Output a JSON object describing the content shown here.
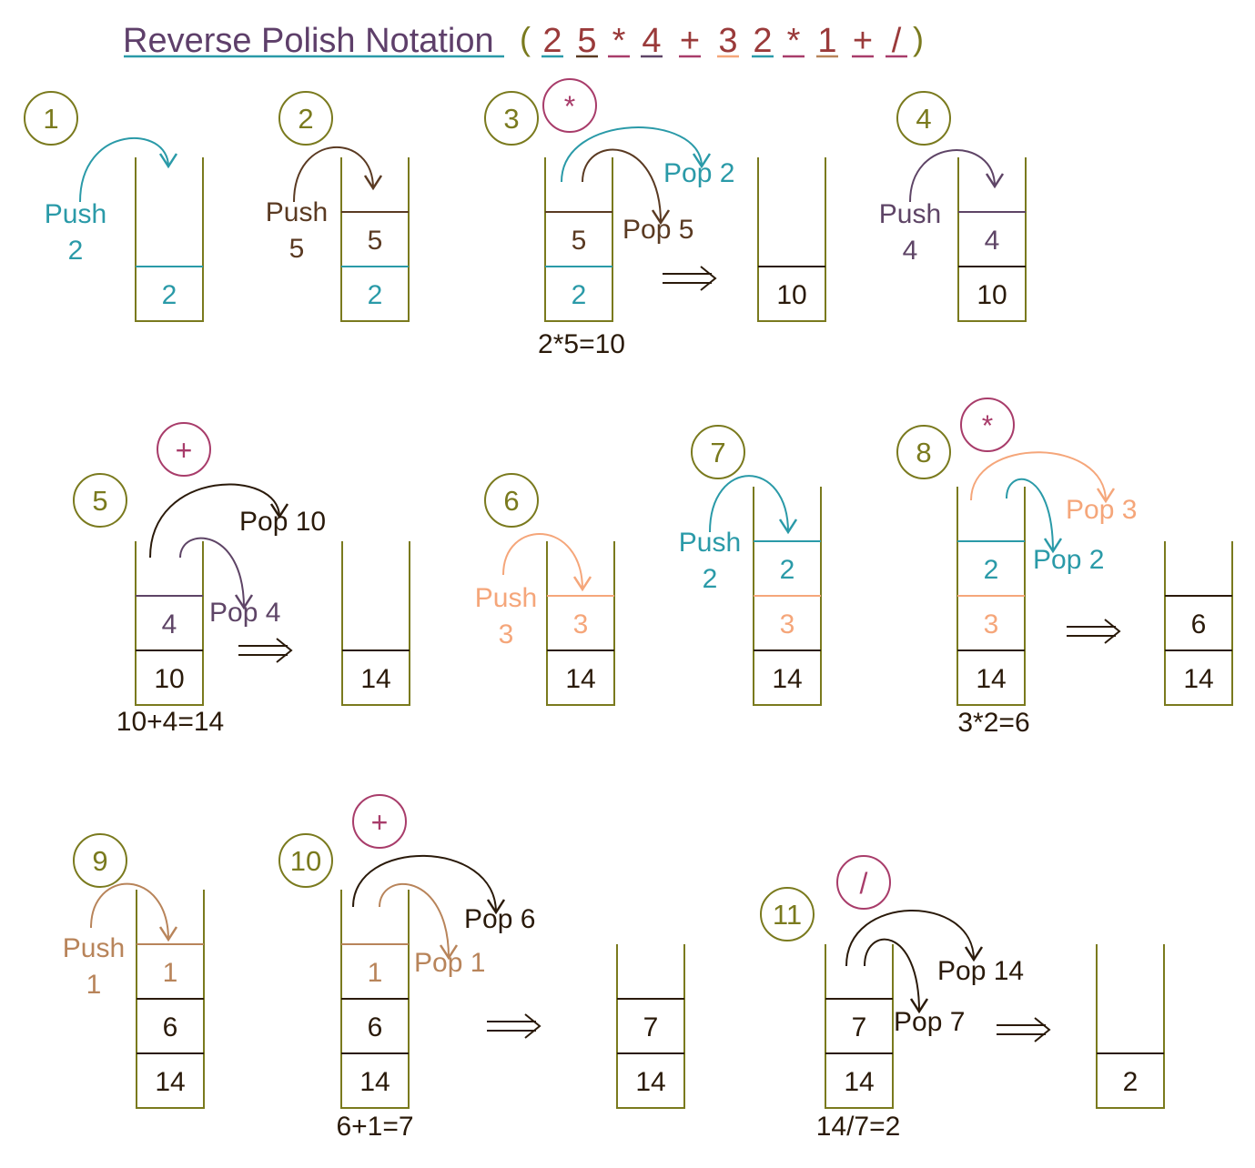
{
  "title": {
    "text": "Reverse Polish Notation",
    "open_paren": "(",
    "close_paren": ")",
    "tokens": [
      {
        "t": "2",
        "u": "teal"
      },
      {
        "t": "5",
        "u": "brown"
      },
      {
        "t": "*",
        "u": "magenta"
      },
      {
        "t": "4",
        "u": "purple"
      },
      {
        "t": "+",
        "u": "magenta"
      },
      {
        "t": "3",
        "u": "salmon"
      },
      {
        "t": "2",
        "u": "teal"
      },
      {
        "t": "*",
        "u": "magenta"
      },
      {
        "t": "1",
        "u": "tan"
      },
      {
        "t": "+",
        "u": "magenta"
      },
      {
        "t": "/",
        "u": "magenta"
      }
    ]
  },
  "colors": {
    "olive": "#7a7a1e",
    "teal": "#2a9aa8",
    "brown": "#5a3a22",
    "purple": "#5e4466",
    "salmon": "#f5a67a",
    "tan": "#b8845a",
    "magenta": "#a83c6a",
    "dark": "#2a1a0a",
    "title": "#5e3f6a",
    "token": "#9a3a3a"
  },
  "steps": [
    {
      "number": "1",
      "op": null,
      "stacks": [
        [
          {
            "v": "2",
            "c": "teal"
          }
        ]
      ],
      "labels": [
        {
          "lines": [
            "Push",
            "2"
          ],
          "c": "teal"
        }
      ],
      "arrows": [
        "teal"
      ],
      "equation": null
    },
    {
      "number": "2",
      "op": null,
      "stacks": [
        [
          {
            "v": "2",
            "c": "teal"
          },
          {
            "v": "5",
            "c": "brown"
          }
        ]
      ],
      "labels": [
        {
          "lines": [
            "Push",
            "5"
          ],
          "c": "brown"
        }
      ],
      "arrows": [
        "brown"
      ],
      "equation": null
    },
    {
      "number": "3",
      "op": "*",
      "stacks": [
        [
          {
            "v": "2",
            "c": "teal"
          },
          {
            "v": "5",
            "c": "brown"
          }
        ],
        [
          {
            "v": "10",
            "c": "dark"
          }
        ]
      ],
      "labels": [
        {
          "lines": [
            "Pop 2"
          ],
          "c": "teal"
        },
        {
          "lines": [
            "Pop 5"
          ],
          "c": "brown"
        }
      ],
      "arrows": [
        "teal",
        "brown"
      ],
      "equation": "2*5=10"
    },
    {
      "number": "4",
      "op": null,
      "stacks": [
        [
          {
            "v": "10",
            "c": "dark"
          },
          {
            "v": "4",
            "c": "purple"
          }
        ]
      ],
      "labels": [
        {
          "lines": [
            "Push",
            "4"
          ],
          "c": "purple"
        }
      ],
      "arrows": [
        "purple"
      ],
      "equation": null
    },
    {
      "number": "5",
      "op": "+",
      "stacks": [
        [
          {
            "v": "10",
            "c": "dark"
          },
          {
            "v": "4",
            "c": "purple"
          }
        ],
        [
          {
            "v": "14",
            "c": "dark"
          }
        ]
      ],
      "labels": [
        {
          "lines": [
            "Pop 10"
          ],
          "c": "dark"
        },
        {
          "lines": [
            "Pop 4"
          ],
          "c": "purple"
        }
      ],
      "arrows": [
        "dark",
        "purple"
      ],
      "equation": "10+4=14"
    },
    {
      "number": "6",
      "op": null,
      "stacks": [
        [
          {
            "v": "14",
            "c": "dark"
          },
          {
            "v": "3",
            "c": "salmon"
          }
        ]
      ],
      "labels": [
        {
          "lines": [
            "Push",
            "3"
          ],
          "c": "salmon"
        }
      ],
      "arrows": [
        "salmon"
      ],
      "equation": null
    },
    {
      "number": "7",
      "op": null,
      "stacks": [
        [
          {
            "v": "14",
            "c": "dark"
          },
          {
            "v": "3",
            "c": "salmon"
          },
          {
            "v": "2",
            "c": "teal"
          }
        ]
      ],
      "labels": [
        {
          "lines": [
            "Push",
            "2"
          ],
          "c": "teal"
        }
      ],
      "arrows": [
        "teal"
      ],
      "equation": null
    },
    {
      "number": "8",
      "op": "*",
      "stacks": [
        [
          {
            "v": "14",
            "c": "dark"
          },
          {
            "v": "3",
            "c": "salmon"
          },
          {
            "v": "2",
            "c": "teal"
          }
        ],
        [
          {
            "v": "14",
            "c": "dark"
          },
          {
            "v": "6",
            "c": "dark"
          }
        ]
      ],
      "labels": [
        {
          "lines": [
            "Pop 3"
          ],
          "c": "salmon"
        },
        {
          "lines": [
            "Pop 2"
          ],
          "c": "teal"
        }
      ],
      "arrows": [
        "salmon",
        "teal"
      ],
      "equation": "3*2=6"
    },
    {
      "number": "9",
      "op": null,
      "stacks": [
        [
          {
            "v": "14",
            "c": "dark"
          },
          {
            "v": "6",
            "c": "dark"
          },
          {
            "v": "1",
            "c": "tan"
          }
        ]
      ],
      "labels": [
        {
          "lines": [
            "Push",
            "1"
          ],
          "c": "tan"
        }
      ],
      "arrows": [
        "tan"
      ],
      "equation": null
    },
    {
      "number": "10",
      "op": "+",
      "stacks": [
        [
          {
            "v": "14",
            "c": "dark"
          },
          {
            "v": "6",
            "c": "dark"
          },
          {
            "v": "1",
            "c": "tan"
          }
        ],
        [
          {
            "v": "14",
            "c": "dark"
          },
          {
            "v": "7",
            "c": "dark"
          }
        ]
      ],
      "labels": [
        {
          "lines": [
            "Pop 6"
          ],
          "c": "dark"
        },
        {
          "lines": [
            "Pop 1"
          ],
          "c": "tan"
        }
      ],
      "arrows": [
        "dark",
        "tan"
      ],
      "equation": "6+1=7"
    },
    {
      "number": "11",
      "op": "/",
      "stacks": [
        [
          {
            "v": "14",
            "c": "dark"
          },
          {
            "v": "7",
            "c": "dark"
          }
        ],
        [
          {
            "v": "2",
            "c": "dark"
          }
        ]
      ],
      "labels": [
        {
          "lines": [
            "Pop 14"
          ],
          "c": "dark"
        },
        {
          "lines": [
            "Pop 7"
          ],
          "c": "dark"
        }
      ],
      "arrows": [
        "dark",
        "dark"
      ],
      "equation": "14/7=2"
    }
  ]
}
